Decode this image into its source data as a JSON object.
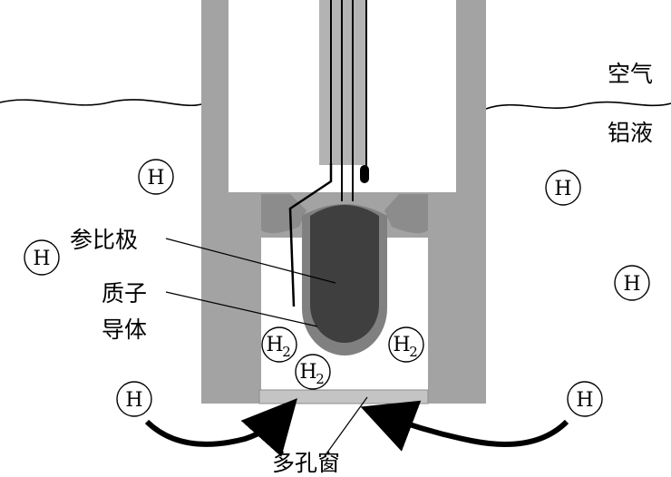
{
  "labels": {
    "air": "空气",
    "melt": "铝液",
    "reference_electrode": "参比极",
    "proton_conductor_line1": "质子",
    "proton_conductor_line2": "导体",
    "porous_window": "多孔窗"
  },
  "atoms": {
    "hydrogen": "H",
    "h2_main": "H",
    "h2_sub": "2"
  },
  "colors": {
    "casing": "#a3a3a3",
    "casing_dark": "#8c8c8c",
    "reference_core": "#3f3f3f",
    "proton_shell": "#808080",
    "porous_window": "#c4c4c4",
    "upper_tube": "#b3b3b3"
  }
}
